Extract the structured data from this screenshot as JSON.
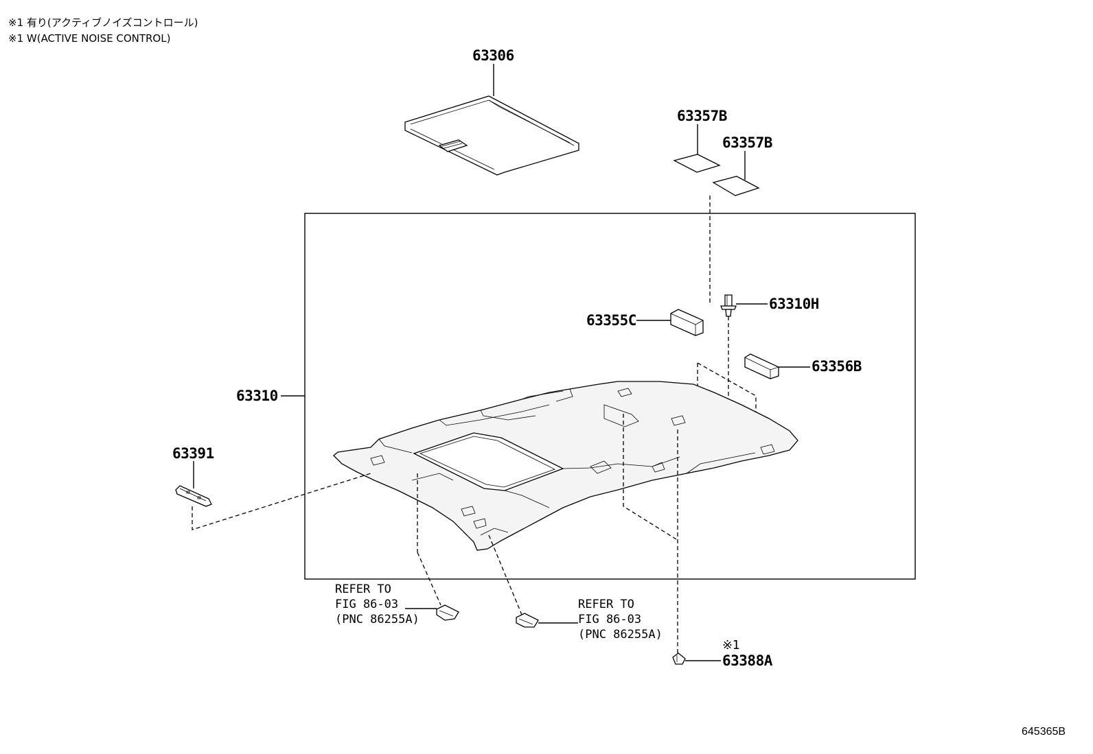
{
  "notes": [
    "※1 有り(アクティブノイズコントロール)",
    "※1 W(ACTIVE NOISE CONTROL)"
  ],
  "parts": {
    "p63306": "63306",
    "p63357b_1": "63357B",
    "p63357b_2": "63357B",
    "p63310h": "63310H",
    "p63355c": "63355C",
    "p63356b": "63356B",
    "p63310": "63310",
    "p63391": "63391",
    "p63388a": "63388A"
  },
  "marker": "※1",
  "refer_left": [
    "REFER TO",
    "FIG 86-03",
    "(PNC 86255A)"
  ],
  "refer_right": [
    "REFER TO",
    "FIG 86-03",
    "(PNC 86255A)"
  ],
  "figure_id": "645365B"
}
